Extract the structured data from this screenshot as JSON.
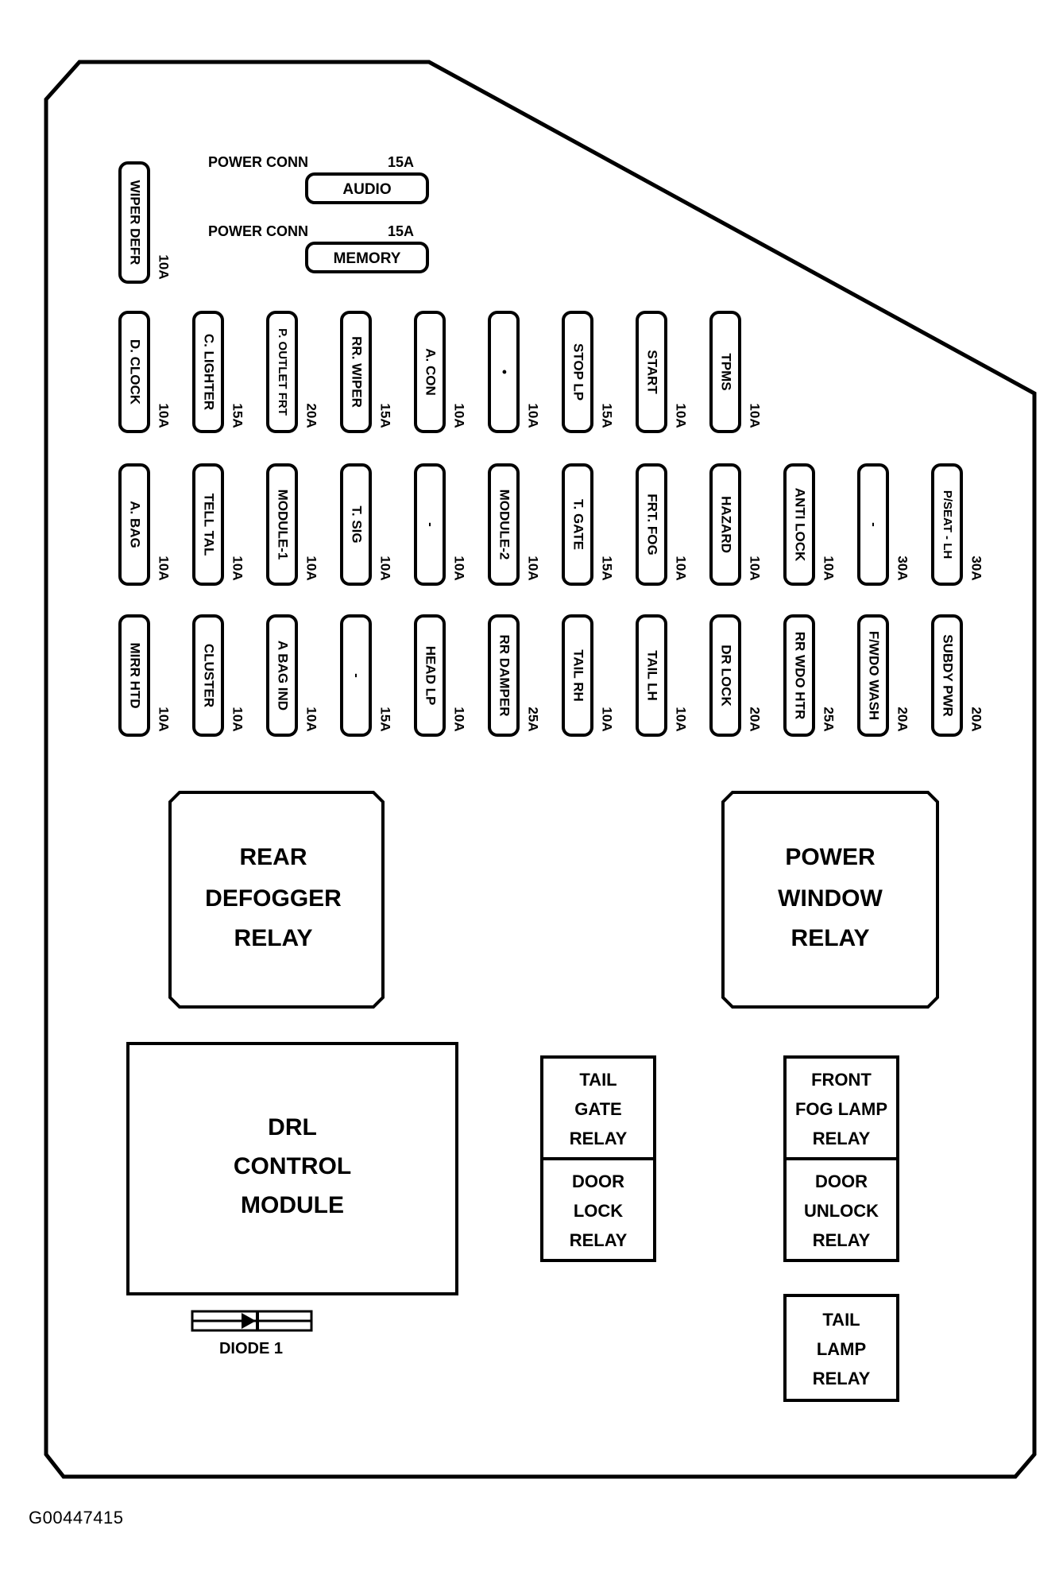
{
  "diagram_id": "G00447415",
  "top_section": {
    "wiper_fuse": {
      "label": "WIPER DEFR",
      "rating": "10A"
    },
    "power_conn": [
      {
        "heading": "POWER CONN",
        "rating": "15A",
        "label": "AUDIO"
      },
      {
        "heading": "POWER CONN",
        "rating": "15A",
        "label": "MEMORY"
      }
    ]
  },
  "fuse_rows": [
    [
      {
        "label": "D. CLOCK",
        "rating": "10A"
      },
      {
        "label": "C. LIGHTER",
        "rating": "15A"
      },
      {
        "label": "P. OUTLET FRT",
        "rating": "20A"
      },
      {
        "label": "RR. WIPER",
        "rating": "15A"
      },
      {
        "label": "A. CON",
        "rating": "10A"
      },
      {
        "label": "•",
        "rating": "10A"
      },
      {
        "label": "STOP LP",
        "rating": "15A"
      },
      {
        "label": "START",
        "rating": "10A"
      },
      {
        "label": "TPMS",
        "rating": "10A"
      }
    ],
    [
      {
        "label": "A. BAG",
        "rating": "10A"
      },
      {
        "label": "TELL TAL",
        "rating": "10A"
      },
      {
        "label": "MODULE-1",
        "rating": "10A"
      },
      {
        "label": "T. SIG",
        "rating": "10A"
      },
      {
        "label": "-",
        "rating": "10A"
      },
      {
        "label": "MODULE-2",
        "rating": "10A"
      },
      {
        "label": "T. GATE",
        "rating": "15A"
      },
      {
        "label": "FRT. FOG",
        "rating": "10A"
      },
      {
        "label": "HAZARD",
        "rating": "10A"
      },
      {
        "label": "ANTI LOCK",
        "rating": "10A"
      },
      {
        "label": "-",
        "rating": "30A"
      },
      {
        "label": "P/SEAT - LH",
        "rating": "30A"
      }
    ],
    [
      {
        "label": "MIRR HTD",
        "rating": "10A"
      },
      {
        "label": "CLUSTER",
        "rating": "10A"
      },
      {
        "label": "A BAG IND",
        "rating": "10A"
      },
      {
        "label": "-",
        "rating": "15A"
      },
      {
        "label": "HEAD LP",
        "rating": "10A"
      },
      {
        "label": "RR DAMPER",
        "rating": "25A"
      },
      {
        "label": "TAIL RH",
        "rating": "10A"
      },
      {
        "label": "TAIL LH",
        "rating": "10A"
      },
      {
        "label": "DR LOCK",
        "rating": "20A"
      },
      {
        "label": "RR WDO HTR",
        "rating": "25A"
      },
      {
        "label": "F/WDO WASH",
        "rating": "20A"
      },
      {
        "label": "SUBDY PWR",
        "rating": "20A"
      }
    ]
  ],
  "big_relays": [
    {
      "lines": [
        "REAR",
        "DEFOGGER",
        "RELAY"
      ]
    },
    {
      "lines": [
        "POWER",
        "WINDOW",
        "RELAY"
      ]
    }
  ],
  "drl_module": {
    "lines": [
      "DRL",
      "CONTROL",
      "MODULE"
    ]
  },
  "diode": {
    "label": "DIODE 1"
  },
  "small_relays_middle": [
    {
      "lines": [
        "TAIL",
        "GATE",
        "RELAY"
      ]
    },
    {
      "lines": [
        "DOOR",
        "LOCK",
        "RELAY"
      ]
    }
  ],
  "small_relays_right": [
    {
      "lines": [
        "FRONT",
        "FOG LAMP",
        "RELAY"
      ]
    },
    {
      "lines": [
        "DOOR",
        "UNLOCK",
        "RELAY"
      ]
    }
  ],
  "tail_lamp_relay": {
    "lines": [
      "TAIL",
      "LAMP",
      "RELAY"
    ]
  }
}
